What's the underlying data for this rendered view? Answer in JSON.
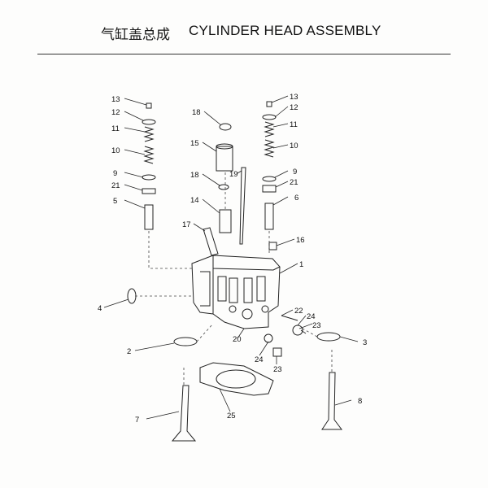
{
  "header": {
    "title_cn": "气缸盖总成",
    "title_en": "CYLINDER HEAD ASSEMBLY"
  },
  "callouts": {
    "n1": "1",
    "n2": "2",
    "n3": "3",
    "n4": "4",
    "n5": "5",
    "n6": "6",
    "n7": "7",
    "n8": "8",
    "n9L": "9",
    "n9R": "9",
    "n10L": "10",
    "n10R": "10",
    "n11L": "11",
    "n11R": "11",
    "n12L": "12",
    "n12R": "12",
    "n13L": "13",
    "n13R": "13",
    "n14": "14",
    "n15": "15",
    "n16": "16",
    "n17": "17",
    "n18a": "18",
    "n18b": "18",
    "n19": "19",
    "n20": "20",
    "n21L": "21",
    "n21R": "21",
    "n22": "22",
    "n23a": "23",
    "n23b": "23",
    "n24a": "24",
    "n24b": "24",
    "n25": "25"
  },
  "colors": {
    "ink": "#222222",
    "paper": "#fdfdfc"
  }
}
